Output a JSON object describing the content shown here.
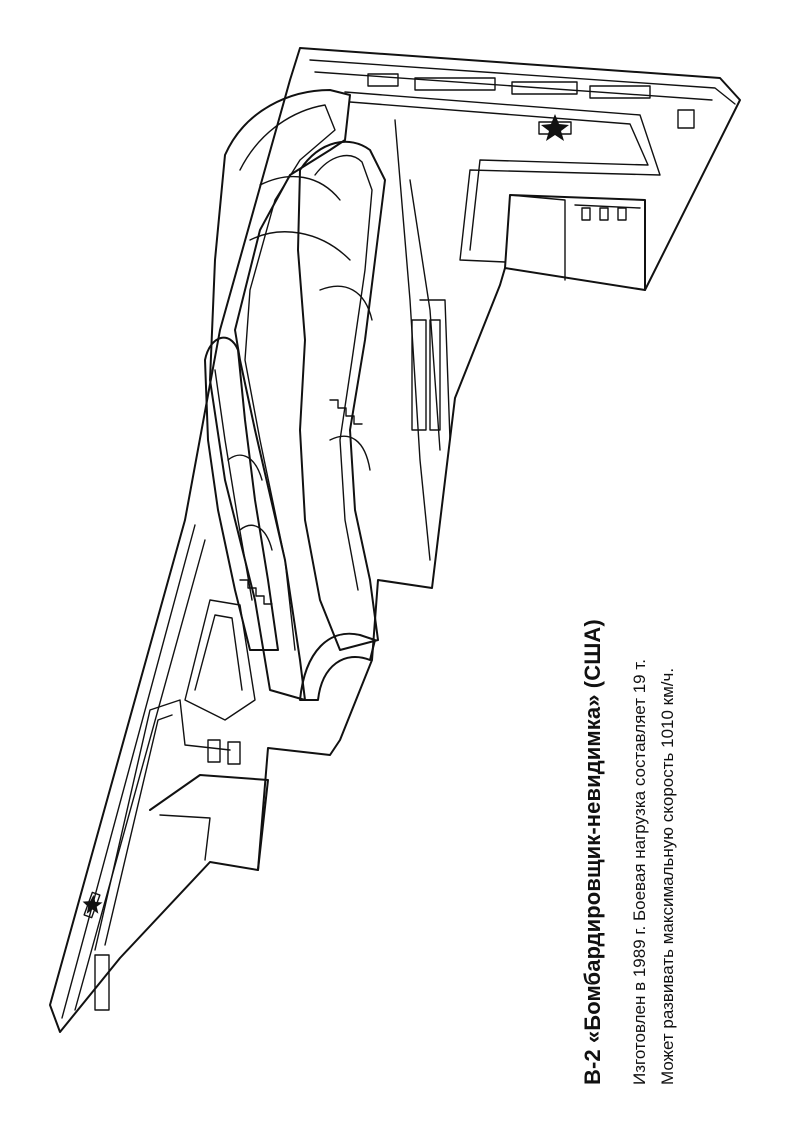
{
  "caption": {
    "title": "B-2 «Бомбардировщик-невидимка» (США)",
    "line1": "Изготовлен в 1989 г. Боевая нагрузка составляет 19 т.",
    "line2": "Может развивать максимальную скорость 1010 км/ч."
  },
  "colors": {
    "ink": "#111111",
    "paper": "#ffffff"
  },
  "icons": {
    "insignia_top": "star-insignia-icon",
    "insignia_bottom": "star-insignia-icon"
  }
}
